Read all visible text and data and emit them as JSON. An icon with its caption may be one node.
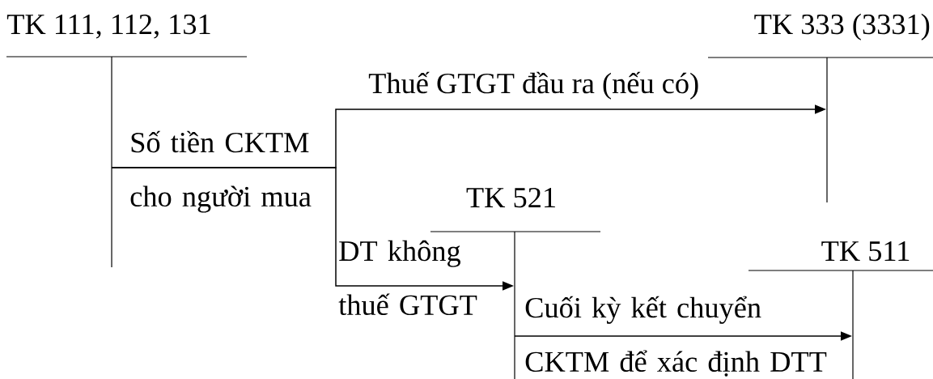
{
  "diagram": {
    "nodes": [
      {
        "text": [
          "TK 111, 112, 131"
        ]
      },
      {
        "text": [
          "TK 333 (3331)"
        ]
      },
      {
        "text": [
          "TK 521"
        ]
      },
      {
        "text": [
          "TK 511"
        ]
      }
    ],
    "edges": [
      {
        "from": 0,
        "to": 1,
        "arrow": "to",
        "label": "Thuế GTGT đầu ra (nếu có)"
      },
      {
        "from": 0,
        "to": 2,
        "arrow": "to",
        "label": "DT không thuế GTGT"
      },
      {
        "from": 2,
        "to": 3,
        "arrow": "to",
        "label": "Cuối kỳ kết chuyển CKTM để xác định DTT"
      }
    ],
    "labels": [
      "Số tiền CKTM cho người mua"
    ]
  }
}
